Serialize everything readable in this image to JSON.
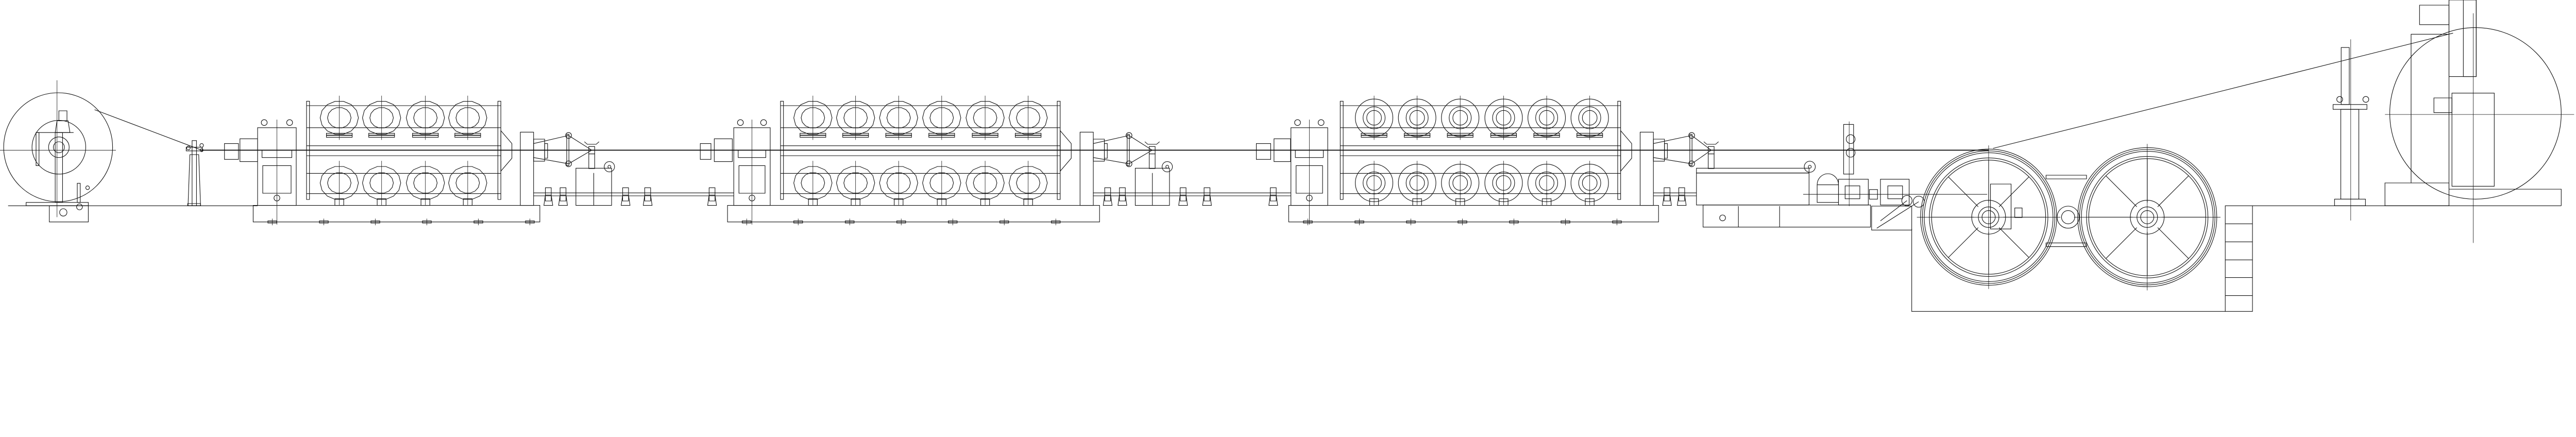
{
  "drawing": {
    "line_color": "#111111",
    "background": "#ffffff",
    "stranding_units": [
      {
        "id": "unit-1",
        "bobbins_per_row": 4,
        "rows": 2
      },
      {
        "id": "unit-2",
        "bobbins_per_row": 6,
        "rows": 2
      },
      {
        "id": "unit-3",
        "bobbins_per_row": 6,
        "rows": 2
      }
    ],
    "capstan_wheels": 2,
    "wheel_spokes": 8
  }
}
